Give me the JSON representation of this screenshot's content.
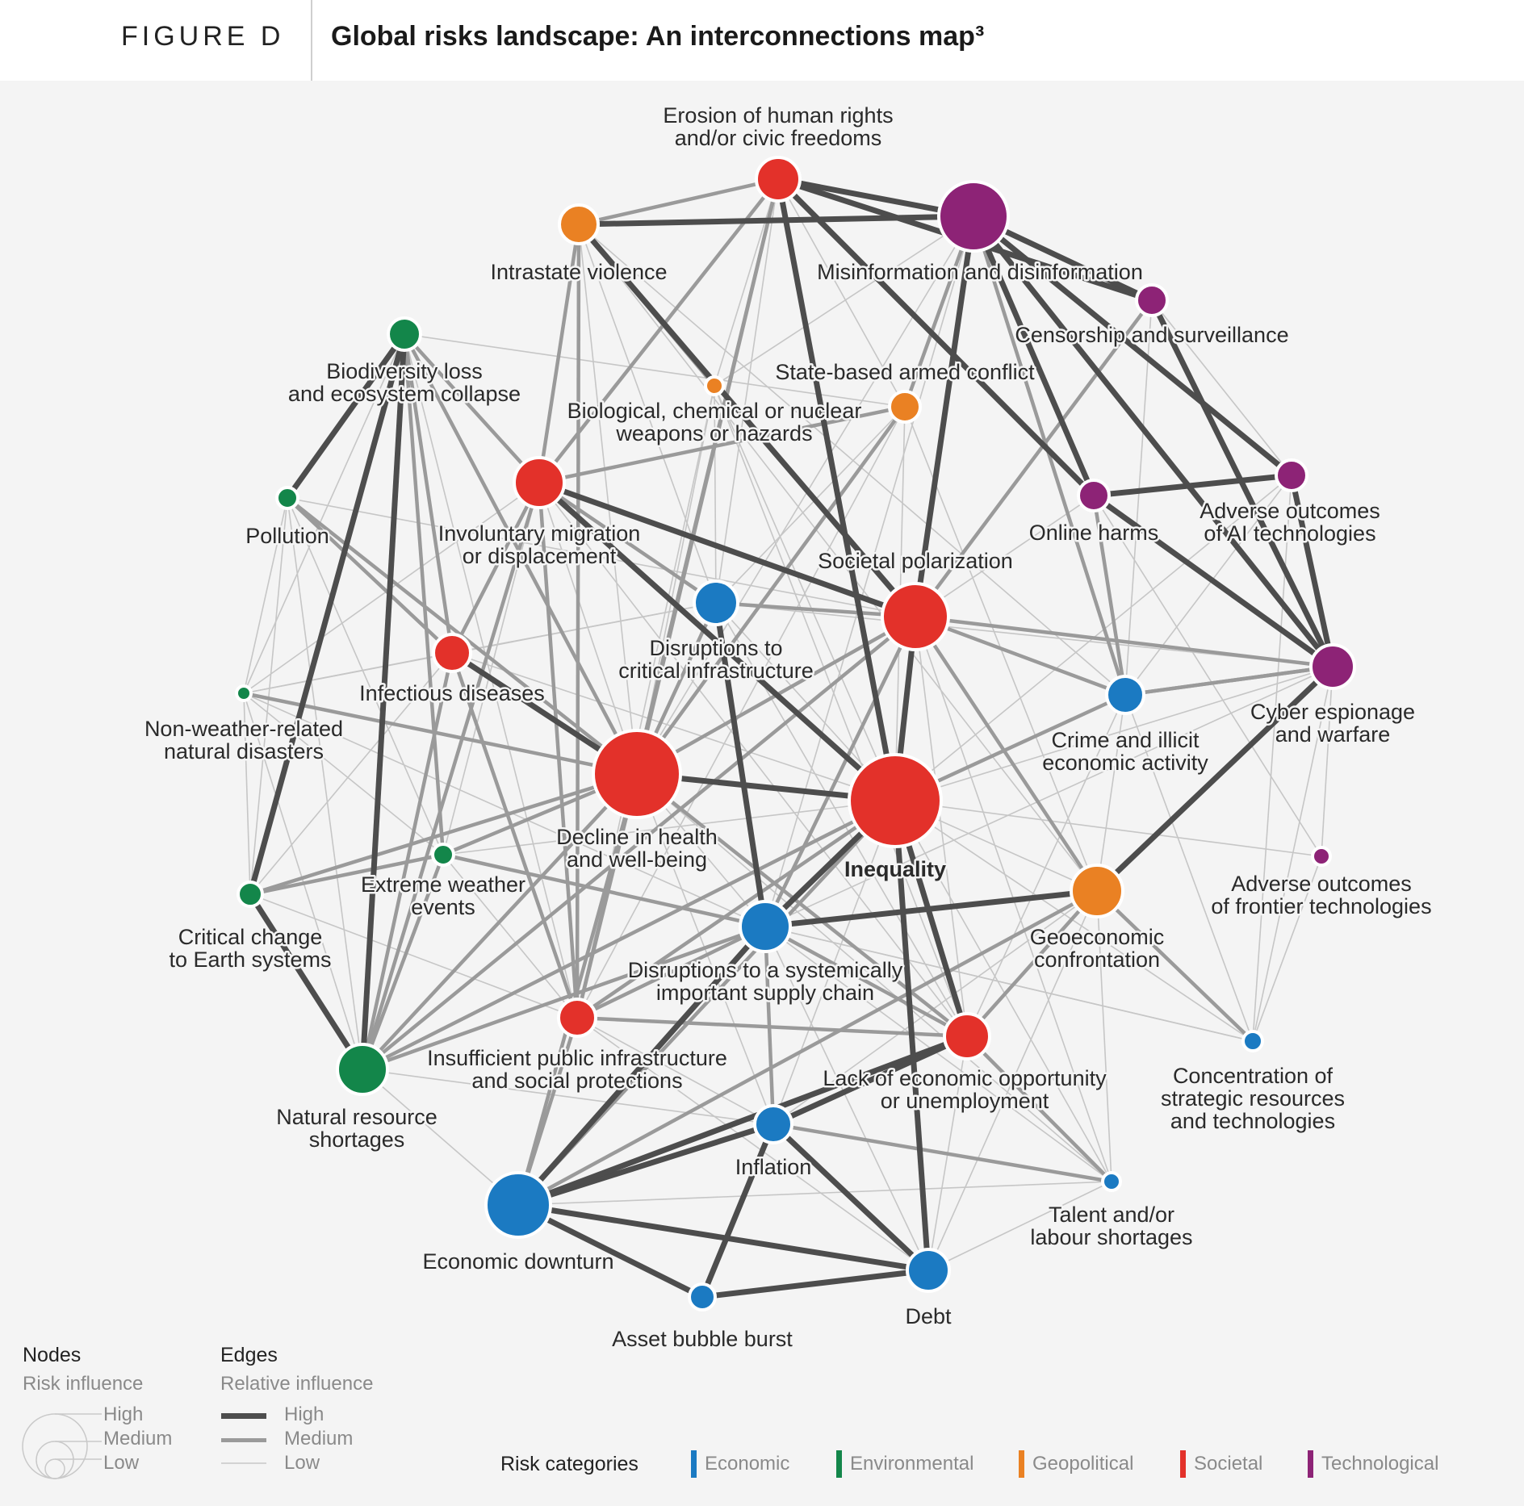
{
  "header": {
    "figure_label": "FIGURE D",
    "title": "Global risks landscape: An interconnections map³"
  },
  "colors": {
    "Economic": "#1b7ac2",
    "Environmental": "#13864a",
    "Geopolitical": "#ea8123",
    "Societal": "#e3312a",
    "Technological": "#8d2376",
    "edge_high": "#4d4d4d",
    "edge_medium": "#9a9a9a",
    "edge_low": "#c6c6c6"
  },
  "nodes": [
    {
      "id": "erosion",
      "label": [
        "Erosion of human rights",
        "and/or civic freedoms"
      ],
      "category": "Societal",
      "influence": "medium"
    },
    {
      "id": "misinfo",
      "label": [
        "Misinformation and disinformation"
      ],
      "category": "Technological",
      "influence": "high"
    },
    {
      "id": "intrastate",
      "label": [
        "Intrastate violence"
      ],
      "category": "Geopolitical",
      "influence": "medium"
    },
    {
      "id": "censorship",
      "label": [
        "Censorship and surveillance"
      ],
      "category": "Technological",
      "influence": "low"
    },
    {
      "id": "biodiversity",
      "label": [
        "Biodiversity loss",
        "and ecosystem collapse"
      ],
      "category": "Environmental",
      "influence": "low"
    },
    {
      "id": "statearmed",
      "label": [
        "State-based armed conflict"
      ],
      "category": "Geopolitical",
      "influence": "low"
    },
    {
      "id": "biological",
      "label": [
        "Biological, chemical or nuclear",
        "weapons or hazards"
      ],
      "category": "Geopolitical",
      "influence": "low"
    },
    {
      "id": "migration",
      "label": [
        "Involuntary migration",
        "or displacement"
      ],
      "category": "Societal",
      "influence": "medium"
    },
    {
      "id": "pollution",
      "label": [
        "Pollution"
      ],
      "category": "Environmental",
      "influence": "low"
    },
    {
      "id": "onlineharms",
      "label": [
        "Online harms"
      ],
      "category": "Technological",
      "influence": "low"
    },
    {
      "id": "adverseai",
      "label": [
        "Adverse outcomes",
        "of AI technologies"
      ],
      "category": "Technological",
      "influence": "low"
    },
    {
      "id": "polarization",
      "label": [
        "Societal polarization"
      ],
      "category": "Societal",
      "influence": "high"
    },
    {
      "id": "disruptinfra",
      "label": [
        "Disruptions to",
        "critical infrastructure"
      ],
      "category": "Economic",
      "influence": "medium"
    },
    {
      "id": "infectious",
      "label": [
        "Infectious diseases"
      ],
      "category": "Societal",
      "influence": "low"
    },
    {
      "id": "nonweather",
      "label": [
        "Non-weather-related",
        "natural disasters"
      ],
      "category": "Environmental",
      "influence": "low"
    },
    {
      "id": "crime",
      "label": [
        "Crime and illicit",
        "economic activity"
      ],
      "category": "Economic",
      "influence": "low"
    },
    {
      "id": "cyber",
      "label": [
        "Cyber espionage",
        "and warfare"
      ],
      "category": "Technological",
      "influence": "medium"
    },
    {
      "id": "health",
      "label": [
        "Decline in health",
        "and well-being"
      ],
      "category": "Societal",
      "influence": "high"
    },
    {
      "id": "inequality",
      "label": [
        "Inequality"
      ],
      "category": "Societal",
      "influence": "high"
    },
    {
      "id": "extremeweather",
      "label": [
        "Extreme weather",
        "events"
      ],
      "category": "Environmental",
      "influence": "low"
    },
    {
      "id": "adversefrontier",
      "label": [
        "Adverse outcomes",
        "of frontier technologies"
      ],
      "category": "Technological",
      "influence": "low"
    },
    {
      "id": "earthsystems",
      "label": [
        "Critical change",
        "to Earth systems"
      ],
      "category": "Environmental",
      "influence": "low"
    },
    {
      "id": "geoeconomic",
      "label": [
        "Geoeconomic",
        "confrontation"
      ],
      "category": "Geopolitical",
      "influence": "medium"
    },
    {
      "id": "supplychain",
      "label": [
        "Disruptions to a systemically",
        "important supply chain"
      ],
      "category": "Economic",
      "influence": "medium"
    },
    {
      "id": "publicinfra",
      "label": [
        "Insufficient public infrastructure",
        "and social protections"
      ],
      "category": "Societal",
      "influence": "low"
    },
    {
      "id": "econopp",
      "label": [
        "Lack of economic opportunity",
        "or unemployment"
      ],
      "category": "Societal",
      "influence": "medium"
    },
    {
      "id": "concentration",
      "label": [
        "Concentration of",
        "strategic resources",
        "and technologies"
      ],
      "category": "Economic",
      "influence": "low"
    },
    {
      "id": "naturalresource",
      "label": [
        "Natural resource",
        "shortages"
      ],
      "category": "Environmental",
      "influence": "medium"
    },
    {
      "id": "inflation",
      "label": [
        "Inflation"
      ],
      "category": "Economic",
      "influence": "low"
    },
    {
      "id": "talent",
      "label": [
        "Talent and/or",
        "labour shortages"
      ],
      "category": "Economic",
      "influence": "low"
    },
    {
      "id": "downturn",
      "label": [
        "Economic downturn"
      ],
      "category": "Economic",
      "influence": "high"
    },
    {
      "id": "debt",
      "label": [
        "Debt"
      ],
      "category": "Economic",
      "influence": "medium"
    },
    {
      "id": "assetbubble",
      "label": [
        "Asset bubble burst"
      ],
      "category": "Economic",
      "influence": "low"
    }
  ],
  "edges": [
    [
      "erosion",
      "misinfo",
      "high"
    ],
    [
      "intrastate",
      "misinfo",
      "high"
    ],
    [
      "erosion",
      "censorship",
      "high"
    ],
    [
      "misinfo",
      "censorship",
      "high"
    ],
    [
      "misinfo",
      "onlineharms",
      "high"
    ],
    [
      "misinfo",
      "adverseai",
      "high"
    ],
    [
      "misinfo",
      "cyber",
      "high"
    ],
    [
      "misinfo",
      "polarization",
      "high"
    ],
    [
      "erosion",
      "inequality",
      "high"
    ],
    [
      "erosion",
      "onlineharms",
      "high"
    ],
    [
      "intrastate",
      "polarization",
      "high"
    ],
    [
      "censorship",
      "cyber",
      "high"
    ],
    [
      "onlineharms",
      "adverseai",
      "high"
    ],
    [
      "onlineharms",
      "cyber",
      "high"
    ],
    [
      "adverseai",
      "cyber",
      "high"
    ],
    [
      "migration",
      "polarization",
      "high"
    ],
    [
      "migration",
      "inequality",
      "high"
    ],
    [
      "polarization",
      "inequality",
      "high"
    ],
    [
      "health",
      "inequality",
      "high"
    ],
    [
      "infectious",
      "health",
      "high"
    ],
    [
      "biodiversity",
      "pollution",
      "high"
    ],
    [
      "biodiversity",
      "naturalresource",
      "high"
    ],
    [
      "biodiversity",
      "earthsystems",
      "high"
    ],
    [
      "earthsystems",
      "naturalresource",
      "high"
    ],
    [
      "cyber",
      "geoeconomic",
      "high"
    ],
    [
      "geoeconomic",
      "supplychain",
      "high"
    ],
    [
      "inequality",
      "econopp",
      "high"
    ],
    [
      "inequality",
      "supplychain",
      "high"
    ],
    [
      "disruptinfra",
      "supplychain",
      "high"
    ],
    [
      "downturn",
      "debt",
      "high"
    ],
    [
      "downturn",
      "inflation",
      "high"
    ],
    [
      "downturn",
      "econopp",
      "high"
    ],
    [
      "downturn",
      "assetbubble",
      "high"
    ],
    [
      "assetbubble",
      "debt",
      "high"
    ],
    [
      "inflation",
      "assetbubble",
      "high"
    ],
    [
      "inflation",
      "econopp",
      "high"
    ],
    [
      "inflation",
      "debt",
      "high"
    ],
    [
      "inequality",
      "debt",
      "high"
    ],
    [
      "downturn",
      "supplychain",
      "high"
    ],
    [
      "erosion",
      "intrastate",
      "medium"
    ],
    [
      "erosion",
      "migration",
      "medium"
    ],
    [
      "erosion",
      "publicinfra",
      "medium"
    ],
    [
      "intrastate",
      "publicinfra",
      "medium"
    ],
    [
      "misinfo",
      "crime",
      "medium"
    ],
    [
      "misinfo",
      "statearmed",
      "medium"
    ],
    [
      "statearmed",
      "health",
      "medium"
    ],
    [
      "biodiversity",
      "infectious",
      "medium"
    ],
    [
      "biodiversity",
      "extremeweather",
      "medium"
    ],
    [
      "biodiversity",
      "migration",
      "medium"
    ],
    [
      "pollution",
      "infectious",
      "medium"
    ],
    [
      "pollution",
      "health",
      "medium"
    ],
    [
      "migration",
      "infectious",
      "medium"
    ],
    [
      "migration",
      "disruptinfra",
      "medium"
    ],
    [
      "migration",
      "publicinfra",
      "medium"
    ],
    [
      "migration",
      "naturalresource",
      "medium"
    ],
    [
      "polarization",
      "health",
      "medium"
    ],
    [
      "polarization",
      "crime",
      "medium"
    ],
    [
      "polarization",
      "geoeconomic",
      "medium"
    ],
    [
      "polarization",
      "supplychain",
      "medium"
    ],
    [
      "health",
      "publicinfra",
      "medium"
    ],
    [
      "health",
      "naturalresource",
      "medium"
    ],
    [
      "health",
      "econopp",
      "medium"
    ],
    [
      "health",
      "downturn",
      "medium"
    ],
    [
      "health",
      "disruptinfra",
      "medium"
    ],
    [
      "health",
      "earthsystems",
      "medium"
    ],
    [
      "inequality",
      "publicinfra",
      "medium"
    ],
    [
      "inequality",
      "crime",
      "medium"
    ],
    [
      "inequality",
      "downturn",
      "medium"
    ],
    [
      "infectious",
      "naturalresource",
      "medium"
    ],
    [
      "infectious",
      "publicinfra",
      "medium"
    ],
    [
      "extremeweather",
      "naturalresource",
      "medium"
    ],
    [
      "extremeweather",
      "earthsystems",
      "medium"
    ],
    [
      "extremeweather",
      "health",
      "medium"
    ],
    [
      "extremeweather",
      "supplychain",
      "medium"
    ],
    [
      "nonweather",
      "health",
      "medium"
    ],
    [
      "crime",
      "cyber",
      "medium"
    ],
    [
      "crime",
      "onlineharms",
      "medium"
    ],
    [
      "cyber",
      "polarization",
      "medium"
    ],
    [
      "cyber",
      "crime",
      "medium"
    ],
    [
      "supplychain",
      "inflation",
      "medium"
    ],
    [
      "supplychain",
      "econopp",
      "medium"
    ],
    [
      "supplychain",
      "publicinfra",
      "medium"
    ],
    [
      "geoeconomic",
      "concentration",
      "medium"
    ],
    [
      "geoeconomic",
      "downturn",
      "medium"
    ],
    [
      "geoeconomic",
      "econopp",
      "medium"
    ],
    [
      "econopp",
      "talent",
      "medium"
    ],
    [
      "econopp",
      "publicinfra",
      "medium"
    ],
    [
      "naturalresource",
      "polarization",
      "medium"
    ],
    [
      "naturalresource",
      "supplychain",
      "medium"
    ],
    [
      "talent",
      "inflation",
      "medium"
    ],
    [
      "publicinfra",
      "downturn",
      "medium"
    ],
    [
      "erosion",
      "health",
      "medium"
    ],
    [
      "intrastate",
      "migration",
      "medium"
    ],
    [
      "intrastate",
      "biological",
      "medium"
    ],
    [
      "biodiversity",
      "health",
      "medium"
    ],
    [
      "censorship",
      "polarization",
      "medium"
    ],
    [
      "disruptinfra",
      "polarization",
      "medium"
    ],
    [
      "statearmed",
      "migration",
      "medium"
    ],
    [
      "inequality",
      "naturalresource",
      "medium"
    ],
    [
      "erosion",
      "biological",
      "low"
    ],
    [
      "erosion",
      "statearmed",
      "low"
    ],
    [
      "erosion",
      "disruptinfra",
      "low"
    ],
    [
      "intrastate",
      "disruptinfra",
      "low"
    ],
    [
      "intrastate",
      "health",
      "low"
    ],
    [
      "intrastate",
      "geoeconomic",
      "low"
    ],
    [
      "intrastate",
      "crime",
      "low"
    ],
    [
      "misinfo",
      "health",
      "low"
    ],
    [
      "misinfo",
      "biological",
      "low"
    ],
    [
      "misinfo",
      "supplychain",
      "low"
    ],
    [
      "censorship",
      "adverseai",
      "low"
    ],
    [
      "censorship",
      "crime",
      "low"
    ],
    [
      "biodiversity",
      "statearmed",
      "low"
    ],
    [
      "biodiversity",
      "nonweather",
      "low"
    ],
    [
      "biodiversity",
      "publicinfra",
      "low"
    ],
    [
      "statearmed",
      "disruptinfra",
      "low"
    ],
    [
      "statearmed",
      "geoeconomic",
      "low"
    ],
    [
      "statearmed",
      "publicinfra",
      "low"
    ],
    [
      "biological",
      "health",
      "low"
    ],
    [
      "biological",
      "disruptinfra",
      "low"
    ],
    [
      "biological",
      "publicinfra",
      "low"
    ],
    [
      "biological",
      "econopp",
      "low"
    ],
    [
      "migration",
      "health",
      "low"
    ],
    [
      "migration",
      "econopp",
      "low"
    ],
    [
      "pollution",
      "nonweather",
      "low"
    ],
    [
      "pollution",
      "extremeweather",
      "low"
    ],
    [
      "pollution",
      "earthsystems",
      "low"
    ],
    [
      "pollution",
      "naturalresource",
      "low"
    ],
    [
      "pollution",
      "polarization",
      "low"
    ],
    [
      "onlineharms",
      "polarization",
      "low"
    ],
    [
      "onlineharms",
      "adversefrontier",
      "low"
    ],
    [
      "adverseai",
      "crime",
      "low"
    ],
    [
      "adverseai",
      "inequality",
      "low"
    ],
    [
      "adverseai",
      "concentration",
      "low"
    ],
    [
      "polarization",
      "econopp",
      "low"
    ],
    [
      "polarization",
      "cyber",
      "low"
    ],
    [
      "polarization",
      "talent",
      "low"
    ],
    [
      "disruptinfra",
      "cyber",
      "low"
    ],
    [
      "disruptinfra",
      "inequality",
      "low"
    ],
    [
      "disruptinfra",
      "econopp",
      "low"
    ],
    [
      "disruptinfra",
      "infectious",
      "low"
    ],
    [
      "infectious",
      "nonweather",
      "low"
    ],
    [
      "infectious",
      "earthsystems",
      "low"
    ],
    [
      "infectious",
      "inequality",
      "low"
    ],
    [
      "nonweather",
      "naturalresource",
      "low"
    ],
    [
      "nonweather",
      "earthsystems",
      "low"
    ],
    [
      "nonweather",
      "extremeweather",
      "low"
    ],
    [
      "nonweather",
      "disruptinfra",
      "low"
    ],
    [
      "nonweather",
      "supplychain",
      "low"
    ],
    [
      "crime",
      "geoeconomic",
      "low"
    ],
    [
      "crime",
      "econopp",
      "low"
    ],
    [
      "cyber",
      "concentration",
      "low"
    ],
    [
      "cyber",
      "adversefrontier",
      "low"
    ],
    [
      "cyber",
      "supplychain",
      "low"
    ],
    [
      "cyber",
      "inequality",
      "low"
    ],
    [
      "health",
      "supplychain",
      "low"
    ],
    [
      "health",
      "inflation",
      "low"
    ],
    [
      "health",
      "talent",
      "low"
    ],
    [
      "inequality",
      "concentration",
      "low"
    ],
    [
      "inequality",
      "inflation",
      "low"
    ],
    [
      "inequality",
      "talent",
      "low"
    ],
    [
      "inequality",
      "geoeconomic",
      "low"
    ],
    [
      "extremeweather",
      "publicinfra",
      "low"
    ],
    [
      "extremeweather",
      "inequality",
      "low"
    ],
    [
      "adversefrontier",
      "concentration",
      "low"
    ],
    [
      "adversefrontier",
      "inequality",
      "low"
    ],
    [
      "earthsystems",
      "publicinfra",
      "low"
    ],
    [
      "earthsystems",
      "health",
      "low"
    ],
    [
      "geoeconomic",
      "talent",
      "low"
    ],
    [
      "geoeconomic",
      "inflation",
      "low"
    ],
    [
      "geoeconomic",
      "debt",
      "low"
    ],
    [
      "supplychain",
      "concentration",
      "low"
    ],
    [
      "supplychain",
      "talent",
      "low"
    ],
    [
      "supplychain",
      "debt",
      "low"
    ],
    [
      "publicinfra",
      "inflation",
      "low"
    ],
    [
      "publicinfra",
      "debt",
      "low"
    ],
    [
      "econopp",
      "debt",
      "low"
    ],
    [
      "naturalresource",
      "downturn",
      "low"
    ],
    [
      "naturalresource",
      "inflation",
      "low"
    ],
    [
      "inflation",
      "talent",
      "low"
    ],
    [
      "talent",
      "downturn",
      "low"
    ],
    [
      "talent",
      "debt",
      "low"
    ],
    [
      "concentration",
      "supplychain",
      "low"
    ],
    [
      "concentration",
      "crime",
      "low"
    ],
    [
      "migration",
      "extremeweather",
      "low"
    ],
    [
      "migration",
      "nonweather",
      "low"
    ],
    [
      "biological",
      "inequality",
      "low"
    ],
    [
      "statearmed",
      "inequality",
      "low"
    ]
  ],
  "legend": {
    "nodes_title": "Nodes",
    "nodes_subtitle": "Risk influence",
    "node_levels": [
      "High",
      "Medium",
      "Low"
    ],
    "edges_title": "Edges",
    "edges_subtitle": "Relative influence",
    "edge_levels": [
      "High",
      "Medium",
      "Low"
    ],
    "categories_title": "Risk categories",
    "categories": [
      "Economic",
      "Environmental",
      "Geopolitical",
      "Societal",
      "Technological"
    ]
  }
}
